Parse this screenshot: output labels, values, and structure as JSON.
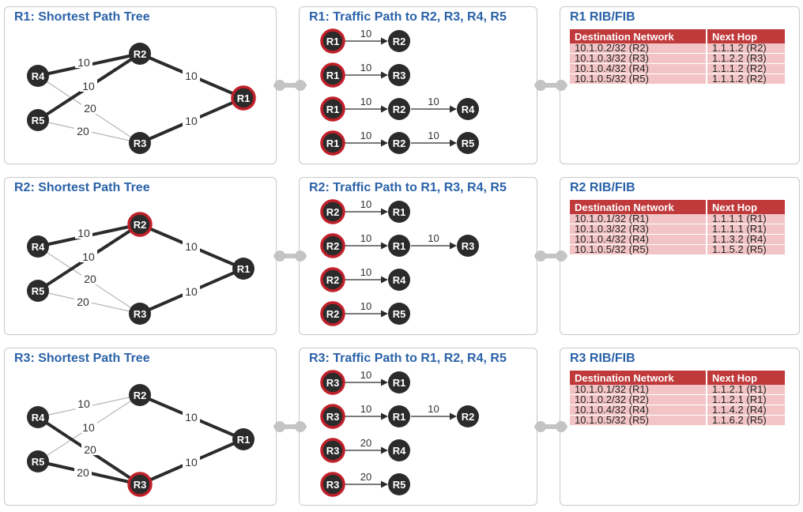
{
  "rows": [
    {
      "spt": {
        "title": "R1: Shortest Path Tree",
        "root": "R1",
        "nodes": [
          "R4",
          "R2",
          "R5",
          "R3",
          "R1"
        ],
        "edges": [
          {
            "a": "R4",
            "b": "R2",
            "w": "10",
            "bold": true
          },
          {
            "a": "R5",
            "b": "R2",
            "w": "10",
            "bold": true
          },
          {
            "a": "R4",
            "b": "R3",
            "w": "20",
            "bold": false
          },
          {
            "a": "R5",
            "b": "R3",
            "w": "20",
            "bold": false
          },
          {
            "a": "R2",
            "b": "R1",
            "w": "10",
            "bold": true
          },
          {
            "a": "R3",
            "b": "R1",
            "w": "10",
            "bold": true
          }
        ]
      },
      "paths": {
        "title": "R1: Traffic Path to R2, R3, R4, R5",
        "items": [
          {
            "hops": [
              "R1",
              "R2"
            ],
            "costs": [
              "10"
            ]
          },
          {
            "hops": [
              "R1",
              "R3"
            ],
            "costs": [
              "10"
            ]
          },
          {
            "hops": [
              "R1",
              "R2",
              "R4"
            ],
            "costs": [
              "10",
              "10"
            ]
          },
          {
            "hops": [
              "R1",
              "R2",
              "R5"
            ],
            "costs": [
              "10",
              "10"
            ]
          }
        ]
      },
      "rib": {
        "title": "R1 RIB/FIB",
        "headers": [
          "Destination Network",
          "Next Hop"
        ],
        "rows": [
          [
            "10.1.0.2/32 (R2)",
            "1.1.1.2 (R2)"
          ],
          [
            "10.1.0.3/32 (R3)",
            "1.1.2.2 (R3)"
          ],
          [
            "10.1.0.4/32 (R4)",
            "1.1.1.2 (R2)"
          ],
          [
            "10.1.0.5/32 (R5)",
            "1.1.1.2 (R2)"
          ]
        ]
      }
    },
    {
      "spt": {
        "title": "R2: Shortest Path Tree",
        "root": "R2",
        "nodes": [
          "R4",
          "R2",
          "R5",
          "R3",
          "R1"
        ],
        "edges": [
          {
            "a": "R4",
            "b": "R2",
            "w": "10",
            "bold": true
          },
          {
            "a": "R5",
            "b": "R2",
            "w": "10",
            "bold": true
          },
          {
            "a": "R4",
            "b": "R3",
            "w": "20",
            "bold": false
          },
          {
            "a": "R5",
            "b": "R3",
            "w": "20",
            "bold": false
          },
          {
            "a": "R2",
            "b": "R1",
            "w": "10",
            "bold": true
          },
          {
            "a": "R3",
            "b": "R1",
            "w": "10",
            "bold": true
          }
        ]
      },
      "paths": {
        "title": "R2: Traffic Path to R1, R3, R4, R5",
        "items": [
          {
            "hops": [
              "R2",
              "R1"
            ],
            "costs": [
              "10"
            ]
          },
          {
            "hops": [
              "R2",
              "R1",
              "R3"
            ],
            "costs": [
              "10",
              "10"
            ]
          },
          {
            "hops": [
              "R2",
              "R4"
            ],
            "costs": [
              "10"
            ]
          },
          {
            "hops": [
              "R2",
              "R5"
            ],
            "costs": [
              "10"
            ]
          }
        ]
      },
      "rib": {
        "title": "R2 RIB/FIB",
        "headers": [
          "Destination Network",
          "Next Hop"
        ],
        "rows": [
          [
            "10.1.0.1/32 (R1)",
            "1.1.1.1 (R1)"
          ],
          [
            "10.1.0.3/32 (R3)",
            "1.1.1.1 (R1)"
          ],
          [
            "10.1.0.4/32 (R4)",
            "1.1.3.2 (R4)"
          ],
          [
            "10.1.0.5/32 (R5)",
            "1.1.5.2 (R5)"
          ]
        ]
      }
    },
    {
      "spt": {
        "title": "R3: Shortest Path Tree",
        "root": "R3",
        "nodes": [
          "R4",
          "R2",
          "R5",
          "R3",
          "R1"
        ],
        "edges": [
          {
            "a": "R4",
            "b": "R2",
            "w": "10",
            "bold": false
          },
          {
            "a": "R5",
            "b": "R2",
            "w": "10",
            "bold": false
          },
          {
            "a": "R4",
            "b": "R3",
            "w": "20",
            "bold": true
          },
          {
            "a": "R5",
            "b": "R3",
            "w": "20",
            "bold": true
          },
          {
            "a": "R2",
            "b": "R1",
            "w": "10",
            "bold": true
          },
          {
            "a": "R3",
            "b": "R1",
            "w": "10",
            "bold": true
          }
        ]
      },
      "paths": {
        "title": "R3: Traffic Path to R1, R2, R4, R5",
        "items": [
          {
            "hops": [
              "R3",
              "R1"
            ],
            "costs": [
              "10"
            ]
          },
          {
            "hops": [
              "R3",
              "R1",
              "R2"
            ],
            "costs": [
              "10",
              "10"
            ]
          },
          {
            "hops": [
              "R3",
              "R4"
            ],
            "costs": [
              "20"
            ]
          },
          {
            "hops": [
              "R3",
              "R5"
            ],
            "costs": [
              "20"
            ]
          }
        ]
      },
      "rib": {
        "title": "R3 RIB/FIB",
        "headers": [
          "Destination Network",
          "Next Hop"
        ],
        "rows": [
          [
            "10.1.0.1/32 (R1)",
            "1.1.2.1 (R1)"
          ],
          [
            "10.1.0.2/32 (R2)",
            "1.1.2.1 (R1)"
          ],
          [
            "10.1.0.4/32 (R4)",
            "1.1.4.2 (R4)"
          ],
          [
            "10.1.0.5/32 (R5)",
            "1.1.6.2 (R5)"
          ]
        ]
      }
    }
  ],
  "colors": {
    "title": "#2a62a8",
    "node_fill": "#2b2b2b",
    "root_ring": "#c0202a",
    "table_header": "#c0393b",
    "table_row": "#f2c4c5",
    "connector": "#c4c4c4"
  }
}
